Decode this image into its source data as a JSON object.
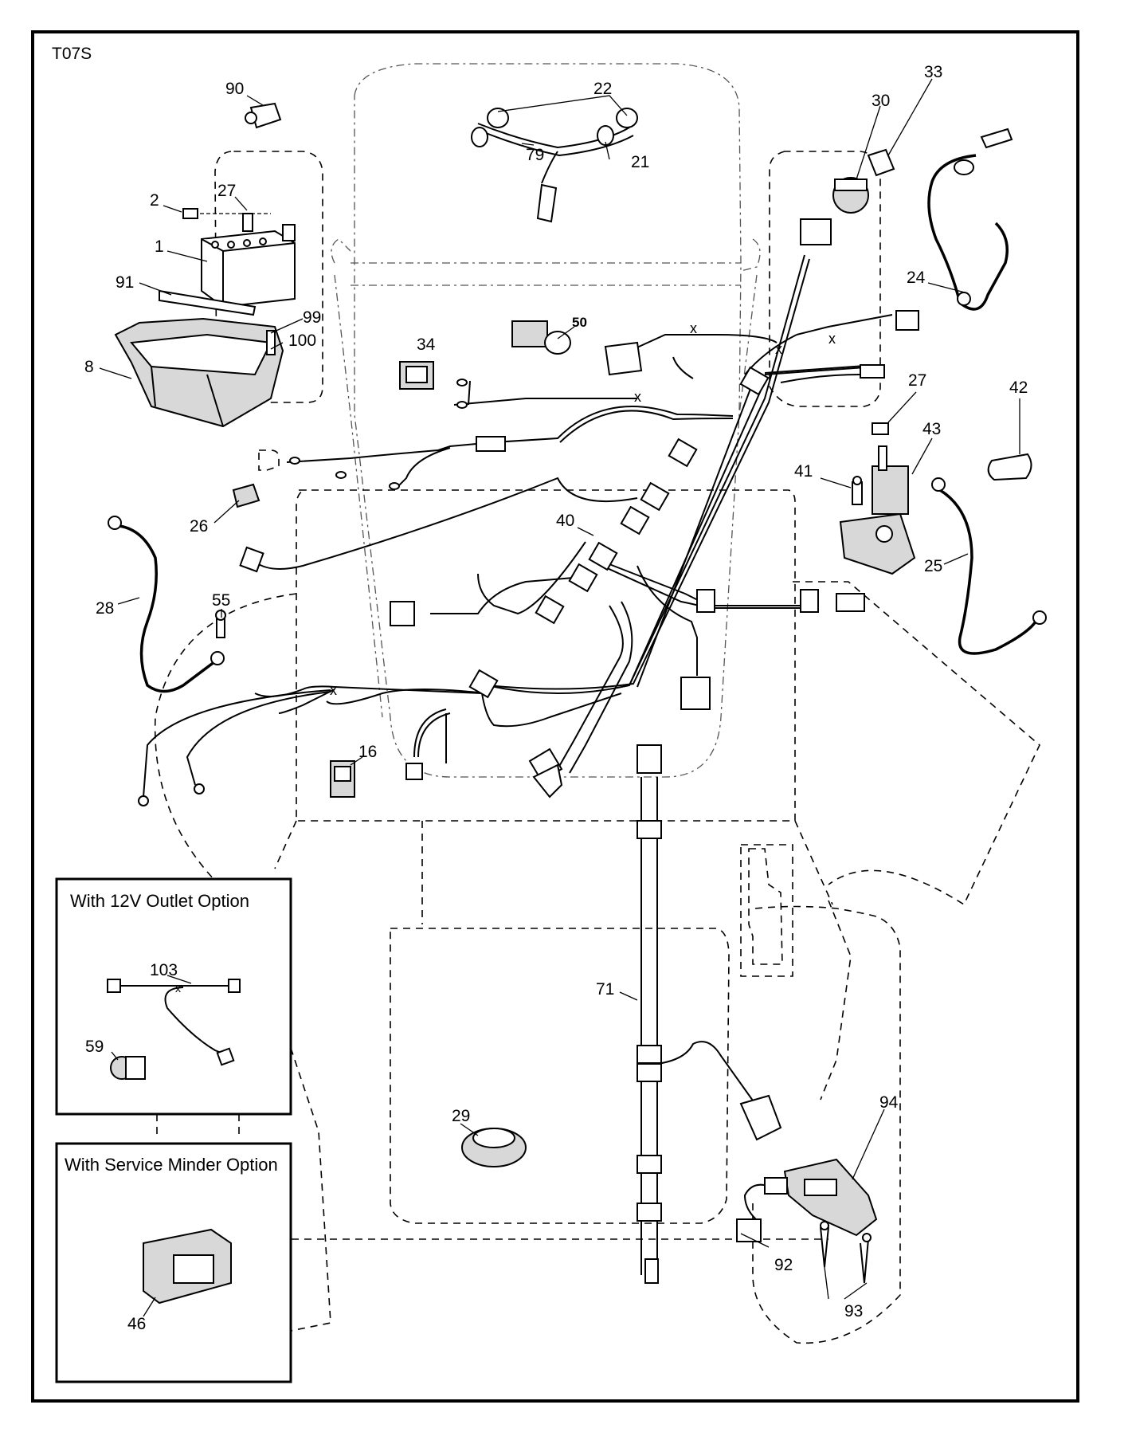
{
  "diagram_code": "T07S",
  "inset_boxes": {
    "outlet_title": "With 12V Outlet Option",
    "minder_title": "With Service Minder Option"
  },
  "callouts": {
    "c90": "90",
    "c22": "22",
    "c79": "79",
    "c21": "21",
    "c30": "30",
    "c33": "33",
    "c2": "2",
    "c27a": "27",
    "c1": "1",
    "c91": "91",
    "c99": "99",
    "c100": "100",
    "c8": "8",
    "c50": "50",
    "c34": "34",
    "c24": "24",
    "c27b": "27",
    "c42": "42",
    "c43": "43",
    "c41": "41",
    "c25": "25",
    "c26": "26",
    "c40": "40",
    "c28": "28",
    "c55": "55",
    "c16": "16",
    "c103": "103",
    "c59": "59",
    "c71": "71",
    "c29": "29",
    "c94": "94",
    "c92": "92",
    "c93": "93",
    "c46": "46"
  }
}
